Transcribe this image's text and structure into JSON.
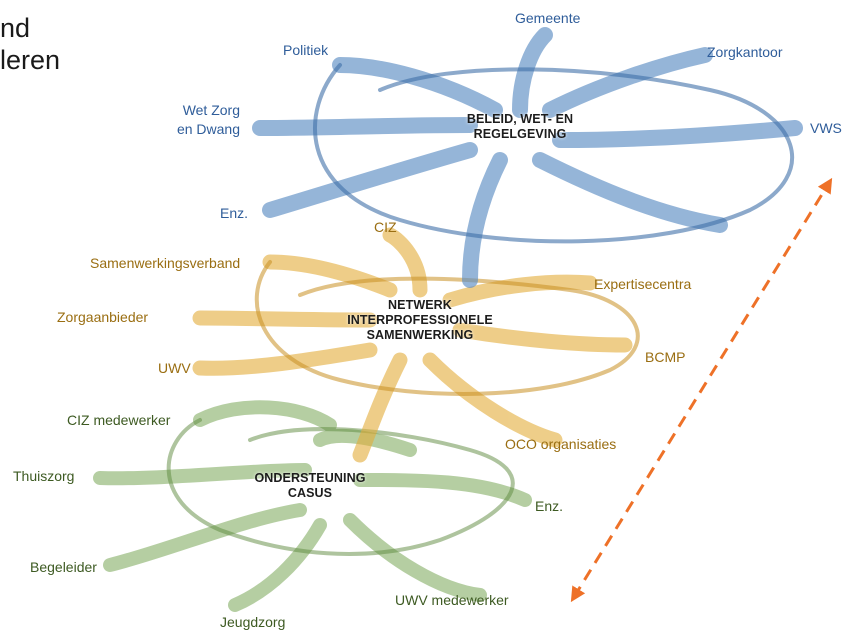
{
  "corner_text": {
    "line1": "nd",
    "line2": "leren"
  },
  "layers": {
    "top": {
      "center_lines": [
        "BELEID, WET- EN",
        "REGELGEVING"
      ],
      "labels": {
        "gemeente": "Gemeente",
        "politiek": "Politiek",
        "zorgkantoor": "Zorgkantoor",
        "wet_zorg_line1": "Wet Zorg",
        "wet_zorg_line2": "en Dwang",
        "vws": "VWS",
        "enz": "Enz."
      }
    },
    "middle": {
      "center_lines": [
        "NETWERK",
        "INTERPROFESSIONELE",
        "SAMENWERKING"
      ],
      "labels": {
        "ciz": "CIZ",
        "samenwerkingsverband": "Samenwerkingsverband",
        "expertisecentra": "Expertisecentra",
        "zorgaanbieder": "Zorgaanbieder",
        "uwv": "UWV",
        "bcmp": "BCMP",
        "oco": "OCO organisaties"
      }
    },
    "bottom": {
      "center_lines": [
        "ONDERSTEUNING",
        "CASUS"
      ],
      "labels": {
        "ciz_medewerker": "CIZ medewerker",
        "thuiszorg": "Thuiszorg",
        "enz": "Enz.",
        "begeleider": "Begeleider",
        "uwv_medewerker": "UWV medewerker",
        "jeugdzorg": "Jeugdzorg"
      }
    }
  },
  "colors": {
    "blue": "#5e8ec4",
    "gold": "#e3ad3a",
    "green": "#79a757",
    "arrow": "#ee7128"
  }
}
